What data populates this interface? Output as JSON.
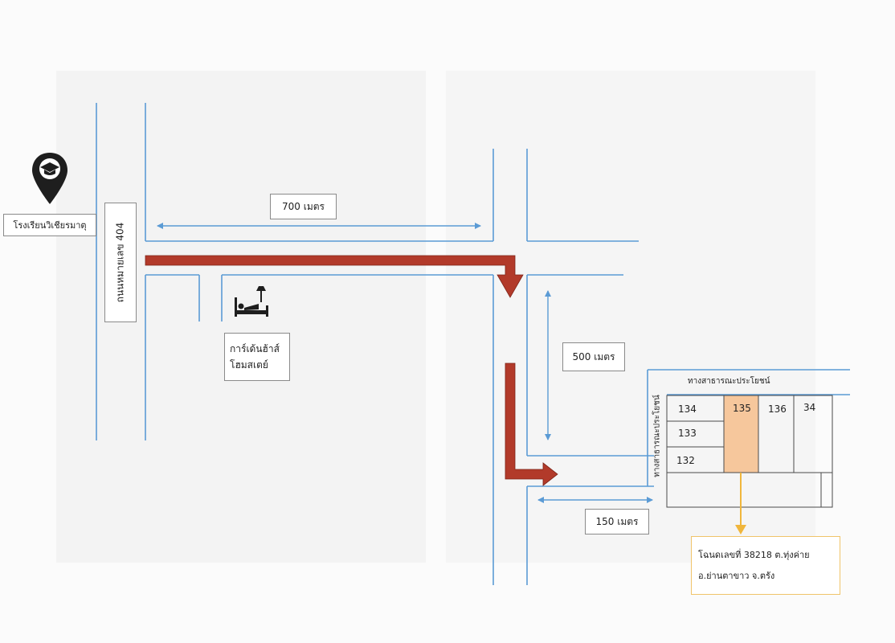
{
  "school": {
    "label": "โรงเรียนวิเชียรมาตุ",
    "icon": "graduation-cap-pin-icon"
  },
  "road_404": {
    "label": "ถนนหมายเลข 404"
  },
  "distances": {
    "d700": "700 เมตร",
    "d500": "500 เมตร",
    "d150": "150 เมตร"
  },
  "hotel": {
    "line1": "การ์เด้นฮ้าส์",
    "line2": "โฮมสเตย์",
    "icon": "hotel-bed-icon"
  },
  "public_way": {
    "top": "ทางสาธารณะประโยชน์",
    "side": "ทางสาธารณะประโยชน์"
  },
  "plots": {
    "p134": "134",
    "p135": "135",
    "p136": "136",
    "p34": "34",
    "p133": "133",
    "p132": "132"
  },
  "deed": {
    "line1": "โฉนดเลขที่ 38218 ต.ทุ่งค่าย",
    "line2": "อ.ย่านตาขาว จ.ตรัง"
  },
  "colors": {
    "road": "#5b9bd5",
    "route_arrow": "#b23a2a",
    "highlight": "#f6c79c",
    "pointer": "#f0b63c"
  }
}
